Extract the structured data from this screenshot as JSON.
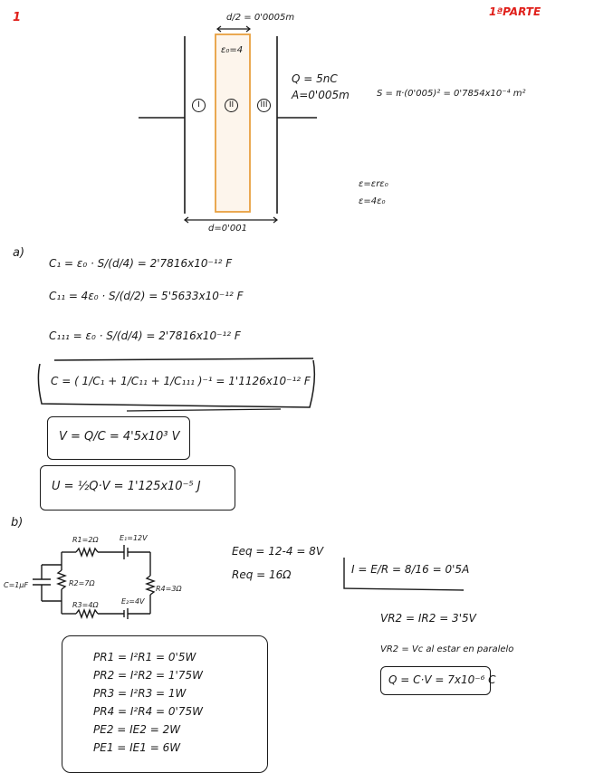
{
  "header": {
    "number": "1",
    "part_label": "1ªPARTE"
  },
  "diagram": {
    "half_width": "d/2 = 0'0005m",
    "dielectric": "ε₀=4",
    "region_1": "I",
    "region_2": "II",
    "region_3": "III",
    "charge": "Q = 5nC",
    "area_label": "A=0'005m",
    "surface": "S = π·(0'005)² = 0'7854x10⁻⁴ m²",
    "eps_rel_1": "ε=εrε₀",
    "eps_rel_2": "ε=4ε₀",
    "distance": "d=0'001"
  },
  "part_a": {
    "label": "a)",
    "c1": "C₁ = ε₀ · S/(d/4) = 2'7816x10⁻¹² F",
    "c2": "C₁₁ = 4ε₀ · S/(d/2) = 5'5633x10⁻¹² F",
    "c3": "C₁₁₁ = ε₀ · S/(d/4) = 2'7816x10⁻¹² F",
    "c_total": "C = ( 1/C₁ + 1/C₁₁ + 1/C₁₁₁ )⁻¹ = 1'1126x10⁻¹² F",
    "voltage": "V = Q/C = 4'5x10³ V",
    "energy": "U = ½Q·V = 1'125x10⁻⁵ J"
  },
  "part_b": {
    "label": "b)",
    "circuit": {
      "r1": "R1=2Ω",
      "e1": "E₁=12V",
      "r2": "R2=7Ω",
      "r4": "R4=3Ω",
      "r3": "R3=4Ω",
      "e2": "E₂=4V",
      "cap": "C=1μF"
    },
    "eeq": "Eeq = 12-4 = 8V",
    "req": "Req = 16Ω",
    "current": "I = E/R = 8/16 = 0'5A",
    "vr2": "VR2 = IR2 = 3'5V",
    "vr2_note": "VR2 = Vc al estar en paralelo",
    "charge": "Q = C·V = 7x10⁻⁶ C",
    "powers": [
      "PR1 = I²R1 = 0'5W",
      "PR2 = I²R2 = 1'75W",
      "PR3 = I²R3 = 1W",
      "PR4 = I²R4 = 0'75W",
      "PE2 = IE2 = 2W",
      "PE1 = IE1 = 6W"
    ]
  }
}
